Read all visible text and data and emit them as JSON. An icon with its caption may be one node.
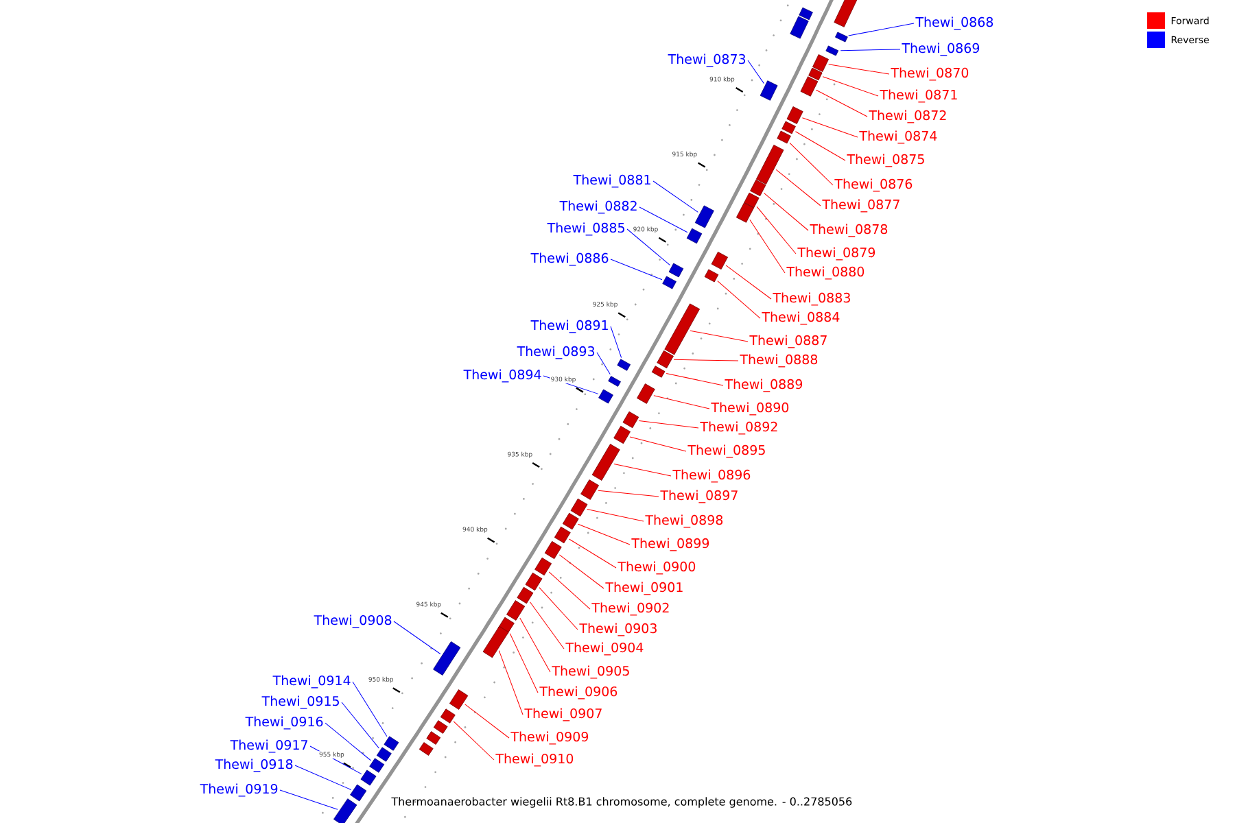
{
  "diagram": {
    "caption": "Thermoanaerobacter wiegelii Rt8.B1 chromosome, complete genome. - 0..2785056",
    "nodes": [
      {
        "text": [
          "Thewi_0868"
        ]
      },
      {
        "text": [
          "Thewi_0869"
        ]
      },
      {
        "text": [
          "Thewi_0873"
        ]
      },
      {
        "text": [
          "Thewi_0870"
        ]
      },
      {
        "text": [
          "Thewi_0871"
        ]
      },
      {
        "text": [
          "Thewi_0872"
        ]
      },
      {
        "text": [
          "Thewi_0874"
        ]
      },
      {
        "text": [
          "Thewi_0875"
        ]
      },
      {
        "text": [
          "Thewi_0881"
        ]
      },
      {
        "text": [
          "Thewi_0876"
        ]
      },
      {
        "text": [
          "Thewi_0877"
        ]
      },
      {
        "text": [
          "Thewi_0882"
        ]
      },
      {
        "text": [
          "Thewi_0885"
        ]
      },
      {
        "text": [
          "Thewi_0878"
        ]
      },
      {
        "text": [
          "Thewi_0879"
        ]
      },
      {
        "text": [
          "Thewi_0886"
        ]
      },
      {
        "text": [
          "Thewi_0880"
        ]
      },
      {
        "text": [
          "Thewi_0883"
        ]
      },
      {
        "text": [
          "Thewi_0884"
        ]
      },
      {
        "text": [
          "Thewi_0891"
        ]
      },
      {
        "text": [
          "Thewi_0887"
        ]
      },
      {
        "text": [
          "Thewi_0893"
        ]
      },
      {
        "text": [
          "Thewi_0888"
        ]
      },
      {
        "text": [
          "Thewi_0894"
        ]
      },
      {
        "text": [
          "Thewi_0889"
        ]
      },
      {
        "text": [
          "Thewi_0890"
        ]
      },
      {
        "text": [
          "Thewi_0892"
        ]
      },
      {
        "text": [
          "Thewi_0895"
        ]
      },
      {
        "text": [
          "Thewi_0896"
        ]
      },
      {
        "text": [
          "Thewi_0897"
        ]
      },
      {
        "text": [
          "Thewi_0898"
        ]
      },
      {
        "text": [
          "Thewi_0899"
        ]
      },
      {
        "text": [
          "Thewi_0900"
        ]
      },
      {
        "text": [
          "Thewi_0901"
        ]
      },
      {
        "text": [
          "Thewi_0902"
        ]
      },
      {
        "text": [
          "Thewi_0908"
        ]
      },
      {
        "text": [
          "Thewi_0903"
        ]
      },
      {
        "text": [
          "Thewi_0904"
        ]
      },
      {
        "text": [
          "Thewi_0905"
        ]
      },
      {
        "text": [
          "Thewi_0914"
        ]
      },
      {
        "text": [
          "Thewi_0906"
        ]
      },
      {
        "text": [
          "Thewi_0915"
        ]
      },
      {
        "text": [
          "Thewi_0907"
        ]
      },
      {
        "text": [
          "Thewi_0916"
        ]
      },
      {
        "text": [
          "Thewi_0909"
        ]
      },
      {
        "text": [
          "Thewi_0917"
        ]
      },
      {
        "text": [
          "Thewi_0910"
        ]
      },
      {
        "text": [
          "Thewi_0918"
        ]
      },
      {
        "text": [
          "Thewi_0919"
        ]
      },
      {
        "text": [],
        "shape": "box"
      },
      {
        "text": [],
        "shape": "box"
      },
      {
        "text": [],
        "shape": "box"
      },
      {
        "text": [],
        "shape": "box"
      },
      {
        "text": [],
        "shape": "box"
      },
      {
        "text": [],
        "shape": "box"
      },
      {
        "text": [],
        "shape": "box"
      },
      {
        "text": [],
        "shape": "box"
      },
      {
        "text": [],
        "shape": "box"
      },
      {
        "text": [],
        "shape": "box"
      },
      {
        "text": [],
        "shape": "box"
      },
      {
        "text": [],
        "shape": "box"
      },
      {
        "text": [],
        "shape": "box"
      },
      {
        "text": [],
        "shape": "box"
      },
      {
        "text": [],
        "shape": "box"
      },
      {
        "text": [],
        "shape": "box"
      },
      {
        "text": [],
        "shape": "box"
      },
      {
        "text": [],
        "shape": "box"
      },
      {
        "text": [],
        "shape": "box"
      },
      {
        "text": [],
        "shape": "box"
      },
      {
        "text": [],
        "shape": "box"
      },
      {
        "text": [],
        "shape": "box"
      },
      {
        "text": [],
        "shape": "box"
      },
      {
        "text": [],
        "shape": "box"
      },
      {
        "text": [],
        "shape": "box"
      },
      {
        "text": [],
        "shape": "box"
      },
      {
        "text": [],
        "shape": "box"
      },
      {
        "text": [],
        "shape": "box"
      },
      {
        "text": [],
        "shape": "box"
      },
      {
        "text": [],
        "shape": "box"
      },
      {
        "text": [],
        "shape": "box"
      },
      {
        "text": [],
        "shape": "box"
      },
      {
        "text": [],
        "shape": "box"
      },
      {
        "text": [],
        "shape": "box"
      },
      {
        "text": [],
        "shape": "box"
      },
      {
        "text": [],
        "shape": "box"
      },
      {
        "text": [],
        "shape": "box"
      },
      {
        "text": [],
        "shape": "box"
      },
      {
        "text": [],
        "shape": "box"
      },
      {
        "text": [],
        "shape": "box"
      },
      {
        "text": [],
        "shape": "box"
      },
      {
        "text": [],
        "shape": "box"
      },
      {
        "text": [],
        "shape": "box"
      },
      {
        "text": [],
        "shape": "box"
      },
      {
        "text": [],
        "shape": "box"
      },
      {
        "text": [],
        "shape": "box"
      },
      {
        "text": [],
        "shape": "box"
      },
      {
        "text": [],
        "shape": "box"
      },
      {
        "text": [],
        "shape": "box"
      },
      {
        "text": [],
        "shape": "box"
      },
      {
        "text": [],
        "shape": "box"
      },
      {
        "text": [],
        "shape": "box"
      },
      {
        "text": [],
        "shape": "box"
      },
      {
        "text": [],
        "shape": "box"
      },
      {
        "text": [],
        "shape": "box"
      }
    ],
    "edges": [
      {
        "from": 0,
        "to": 49,
        "arrow": "none",
        "color": "#0000ff"
      },
      {
        "from": 1,
        "to": 50,
        "arrow": "none",
        "color": "#0000ff"
      },
      {
        "from": 2,
        "to": 51,
        "arrow": "none",
        "color": "#0000ff"
      },
      {
        "from": 3,
        "to": 52,
        "arrow": "none"
      },
      {
        "from": 4,
        "to": 53,
        "arrow": "none"
      },
      {
        "from": 5,
        "to": 54,
        "arrow": "none"
      },
      {
        "from": 6,
        "to": 55,
        "arrow": "none"
      },
      {
        "from": 7,
        "to": 56,
        "arrow": "none"
      },
      {
        "from": 8,
        "to": 57,
        "arrow": "none",
        "color": "#0000ff"
      },
      {
        "from": 9,
        "to": 58,
        "arrow": "none"
      },
      {
        "from": 10,
        "to": 59,
        "arrow": "none"
      },
      {
        "from": 11,
        "to": 60,
        "arrow": "none",
        "color": "#0000ff"
      },
      {
        "from": 12,
        "to": 61,
        "arrow": "none",
        "color": "#0000ff"
      },
      {
        "from": 13,
        "to": 62,
        "arrow": "none"
      },
      {
        "from": 14,
        "to": 63,
        "arrow": "none"
      },
      {
        "from": 15,
        "to": 64,
        "arrow": "none",
        "color": "#0000ff"
      },
      {
        "from": 16,
        "to": 65,
        "arrow": "none"
      },
      {
        "from": 17,
        "to": 66,
        "arrow": "none"
      },
      {
        "from": 18,
        "to": 67,
        "arrow": "none"
      },
      {
        "from": 19,
        "to": 68,
        "arrow": "none",
        "color": "#0000ff"
      },
      {
        "from": 20,
        "to": 69,
        "arrow": "none"
      },
      {
        "from": 21,
        "to": 70,
        "arrow": "none",
        "color": "#0000ff"
      },
      {
        "from": 22,
        "to": 71,
        "arrow": "none"
      },
      {
        "from": 23,
        "to": 72,
        "arrow": "none",
        "color": "#0000ff"
      },
      {
        "from": 24,
        "to": 73,
        "arrow": "none"
      },
      {
        "from": 25,
        "to": 74,
        "arrow": "none"
      },
      {
        "from": 26,
        "to": 75,
        "arrow": "none"
      },
      {
        "from": 27,
        "to": 76,
        "arrow": "none"
      },
      {
        "from": 28,
        "to": 77,
        "arrow": "none"
      },
      {
        "from": 29,
        "to": 78,
        "arrow": "none"
      },
      {
        "from": 30,
        "to": 79,
        "arrow": "none"
      },
      {
        "from": 31,
        "to": 80,
        "arrow": "none"
      },
      {
        "from": 32,
        "to": 81,
        "arrow": "none"
      },
      {
        "from": 33,
        "to": 82,
        "arrow": "none"
      },
      {
        "from": 34,
        "to": 83,
        "arrow": "none"
      },
      {
        "from": 35,
        "to": 84,
        "arrow": "none",
        "color": "#0000ff"
      },
      {
        "from": 36,
        "to": 85,
        "arrow": "none"
      },
      {
        "from": 37,
        "to": 86,
        "arrow": "none"
      },
      {
        "from": 38,
        "to": 87,
        "arrow": "none"
      },
      {
        "from": 39,
        "to": 88,
        "arrow": "none",
        "color": "#0000ff"
      },
      {
        "from": 40,
        "to": 89,
        "arrow": "none"
      },
      {
        "from": 41,
        "to": 90,
        "arrow": "none",
        "color": "#0000ff"
      },
      {
        "from": 42,
        "to": 91,
        "arrow": "none"
      },
      {
        "from": 43,
        "to": 92,
        "arrow": "none",
        "color": "#0000ff"
      },
      {
        "from": 44,
        "to": 93,
        "arrow": "none"
      },
      {
        "from": 45,
        "to": 94,
        "arrow": "none",
        "color": "#0000ff"
      },
      {
        "from": 46,
        "to": 95,
        "arrow": "none"
      },
      {
        "from": 47,
        "to": 96,
        "arrow": "none",
        "color": "#0000ff"
      },
      {
        "from": 48,
        "to": 97,
        "arrow": "none",
        "color": "#0000ff"
      }
    ],
    "labels": [
      "910 kbp",
      "915 kbp",
      "920 kbp",
      "925 kbp",
      "930 kbp",
      "935 kbp",
      "940 kbp",
      "945 kbp",
      "950 kbp",
      "955 kbp"
    ],
    "legend": [
      {
        "text": "Forward",
        "color": "#ff0000"
      },
      {
        "text": "Reverse",
        "color": "#0000ff"
      }
    ]
  }
}
